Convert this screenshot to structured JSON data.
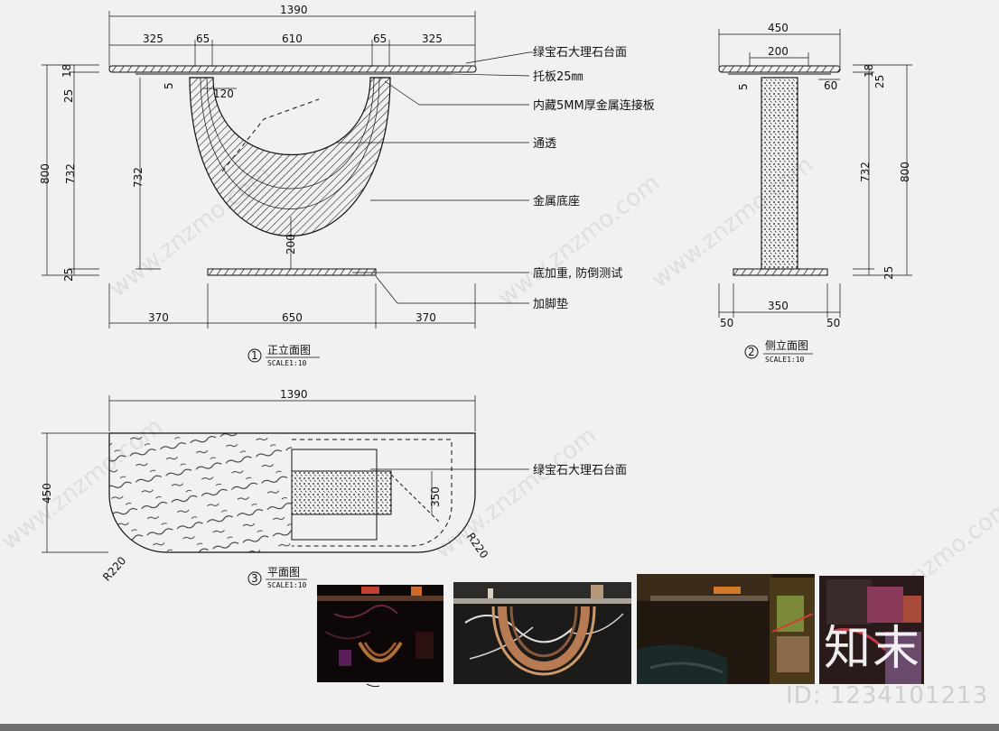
{
  "dims": {
    "overall_width": "1390",
    "seg_left": "325",
    "seg_leg": "65",
    "seg_mid": "610",
    "seg_leg2": "65",
    "seg_right": "325",
    "h_total": "800",
    "h_top": "25",
    "h_mid": "732",
    "h_bot": "25",
    "h_small": "18",
    "d5": "5",
    "d120": "120",
    "d200v": "200",
    "foot_l": "370",
    "foot_m": "650",
    "foot_r": "370",
    "side_w": "450",
    "side_200": "200",
    "side_60": "60",
    "side_5": "5",
    "side_18": "18",
    "side_25": "25",
    "side_732": "732",
    "side_800": "800",
    "side_25b": "25",
    "side_350": "350",
    "side_50l": "50",
    "side_50r": "50",
    "plan_w": "1390",
    "plan_d": "450",
    "plan_350": "350",
    "r_left": "R220",
    "r_right": "R220"
  },
  "notes": {
    "n1": "绿宝石大理石台面",
    "n2": "托板25㎜",
    "n3": "内藏5MM厚金属连接板",
    "n4": "通透",
    "n5": "金属底座",
    "n6": "底加重, 防倒测试",
    "n7": "加脚垫",
    "n8": "绿宝石大理石台面"
  },
  "titles": {
    "t1_num": "1",
    "t1": "正立面图",
    "t1_scale": "SCALE1:10",
    "t2_num": "2",
    "t2": "侧立面图",
    "t2_scale": "SCALE1:10",
    "t3_num": "3",
    "t3": "平面图",
    "t3_scale": "SCALE1:10"
  },
  "watermark": {
    "url": "www.znzmo.com",
    "brand": "知末",
    "id": "ID: 1234101213"
  }
}
